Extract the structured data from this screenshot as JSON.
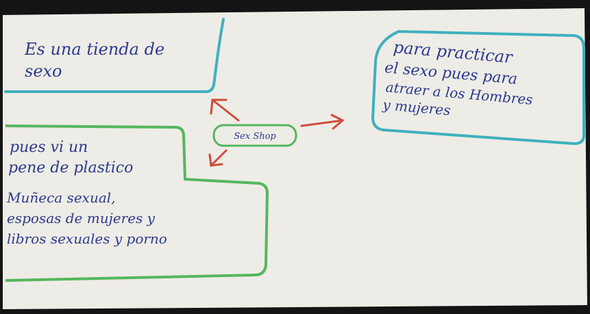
{
  "colors": {
    "paper": "#eeece6",
    "background": "#141414",
    "ink": "#2b3a8f",
    "blue_crayon": "#3fb0bf",
    "green_crayon": "#55b65e",
    "red_crayon": "#cf4a3c"
  },
  "center_node": {
    "label": "Sex Shop"
  },
  "top_left_note": {
    "lines": [
      "Es una tienda de",
      "sexo"
    ]
  },
  "right_note": {
    "lines": [
      "para practicar",
      "el sexo pues para",
      "atraer a los Hombres",
      "y mujeres"
    ]
  },
  "bottom_left_note": {
    "lines": [
      "pues vi un",
      "pene de plastico",
      "Muñeca sexual,",
      "esposas de mujeres y",
      "libros sexuales y porno"
    ]
  }
}
